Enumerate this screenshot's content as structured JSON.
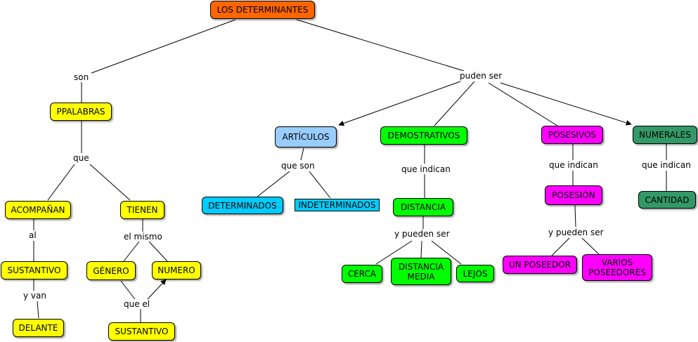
{
  "colors": {
    "root": "#ff6600",
    "yellow": "#ffff00",
    "blue_light": "#99ccff",
    "cyan": "#00ccff",
    "green": "#00ff00",
    "magenta": "#ff00ff",
    "teal": "#339966",
    "line": "#000000"
  },
  "nodes": {
    "root": "LOS DETERMINANTES",
    "ppalabras": "PPALABRAS",
    "acompanan": "ACOMPAÑAN",
    "tienen": "TIENEN",
    "sustantivo_1": "SUSTANTIVO",
    "delante": "DELANTE",
    "genero": "GÉNERO",
    "numero": "NUMERO",
    "sustantivo_2": "SUSTANTIVO",
    "articulos": "ARTÍCULOS",
    "determinados": "DETERMINADOS",
    "indeterminados": "INDETERMINADOS",
    "demostrativos": "DEMOSTRATIVOS",
    "distancia": "DISTANCIA",
    "cerca": "CERCA",
    "distancia_media": "DISTANCIA\nMEDIA",
    "lejos": "LEJOS",
    "posesivos": "POSESIVOS",
    "posesion": "POSESIÓN",
    "un_poseedor": "UN POSEEDOR",
    "varios_poseedores": "VARIOS\nPOSEEDORES",
    "numerales": "NUMERALES",
    "cantidad": "CANTIDAD"
  },
  "link_labels": {
    "son": "son",
    "puden_ser": "puden ser",
    "que": "que",
    "al": "al",
    "y_van": "y van",
    "el_mismo": "el mismo",
    "que_el": "que el",
    "que_son": "que son",
    "que_indican_1": "que indican",
    "y_pueden_ser_1": "y pueden ser",
    "que_indican_2": "que indican",
    "y_pueden_ser_2": "y pueden ser",
    "que_indican_3": "que indican"
  }
}
